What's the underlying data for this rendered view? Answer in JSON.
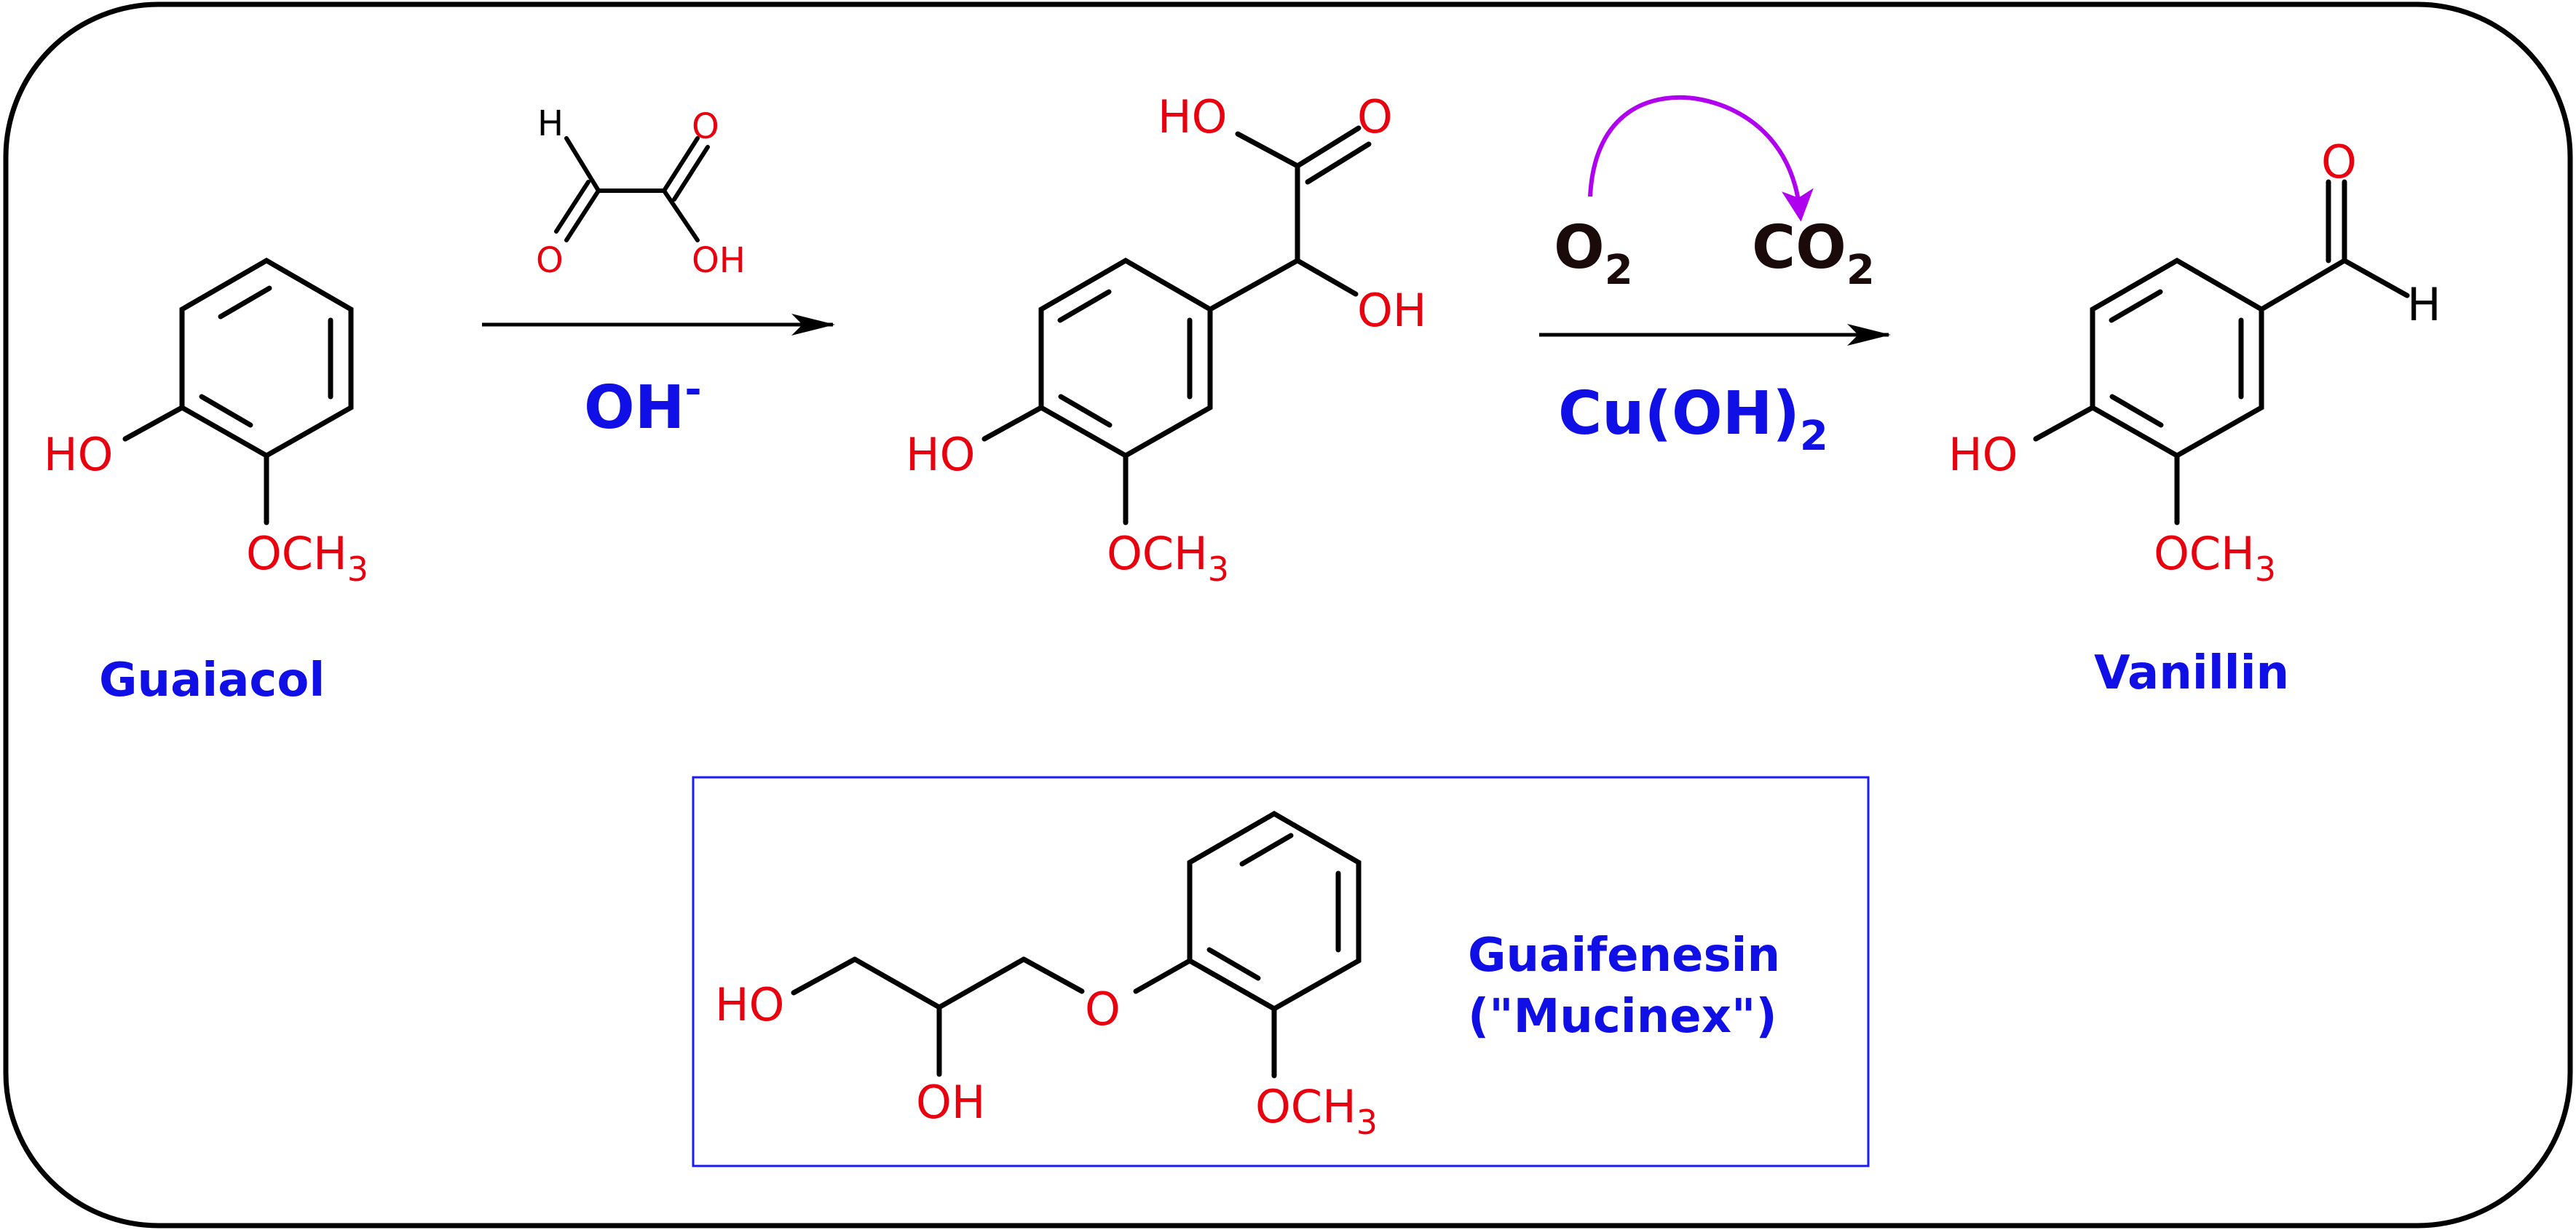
{
  "colors": {
    "heteroatom": "#e8000f",
    "label_blue": "#1010e6",
    "bond": "#000000",
    "arrow_purple": "#b000f0",
    "frame": "#000000",
    "inset_border": "#1a1aff"
  },
  "labels": {
    "guaiacol": "Guaiacol",
    "vanillin": "Vanillin",
    "guaifenesin": "Guaifenesin",
    "mucinex": "(\"Mucinex\")"
  },
  "atoms": {
    "ho": "HO",
    "oh": "OH",
    "o": "O",
    "h": "H",
    "och": "OCH",
    "sub3": "3"
  },
  "reagents": {
    "step1_base": "OH",
    "step1_base_charge": "-",
    "step2_in": "O",
    "step2_in_sub": "2",
    "step2_out": "CO",
    "step2_out_sub": "2",
    "step2_catalyst": "Cu(OH)",
    "step2_catalyst_sub": "2"
  },
  "icons": [
    "reaction-arrow-icon",
    "curved-arrow-icon"
  ]
}
